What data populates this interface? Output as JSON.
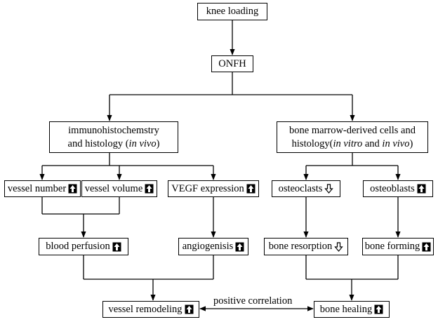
{
  "nodes": {
    "knee_loading": "knee loading",
    "onfh": "ONFH",
    "immuno_line1": "immunohistochemstry",
    "immuno_line2_pre": "and histology (",
    "immuno_line2_ital": "in vivo",
    "immuno_line2_post": ")",
    "bm_line1": "bone marrow-derived cells and",
    "bm_line2_pre": "histology(",
    "bm_line2_ital1": "in vitro",
    "bm_line2_mid": " and ",
    "bm_line2_ital2": "in vivo",
    "bm_line2_post": ")",
    "vessel_number": "vessel number",
    "vessel_volume": "vessel volume",
    "vegf_expression": "VEGF expression",
    "osteoclasts": "osteoclasts",
    "osteoblasts": "osteoblasts",
    "blood_perfusion": "blood perfusion",
    "angiogenisis": "angiogenisis",
    "bone_resorption": "bone resorption",
    "bone_forming": "bone forming",
    "vessel_remodeling": "vessel remodeling",
    "bone_healing": "bone healing"
  },
  "edge_labels": {
    "correlation": "positive correlation"
  },
  "indicators": {
    "increase": "up-solid-arrow-icon",
    "decrease": "down-hollow-arrow-icon"
  }
}
